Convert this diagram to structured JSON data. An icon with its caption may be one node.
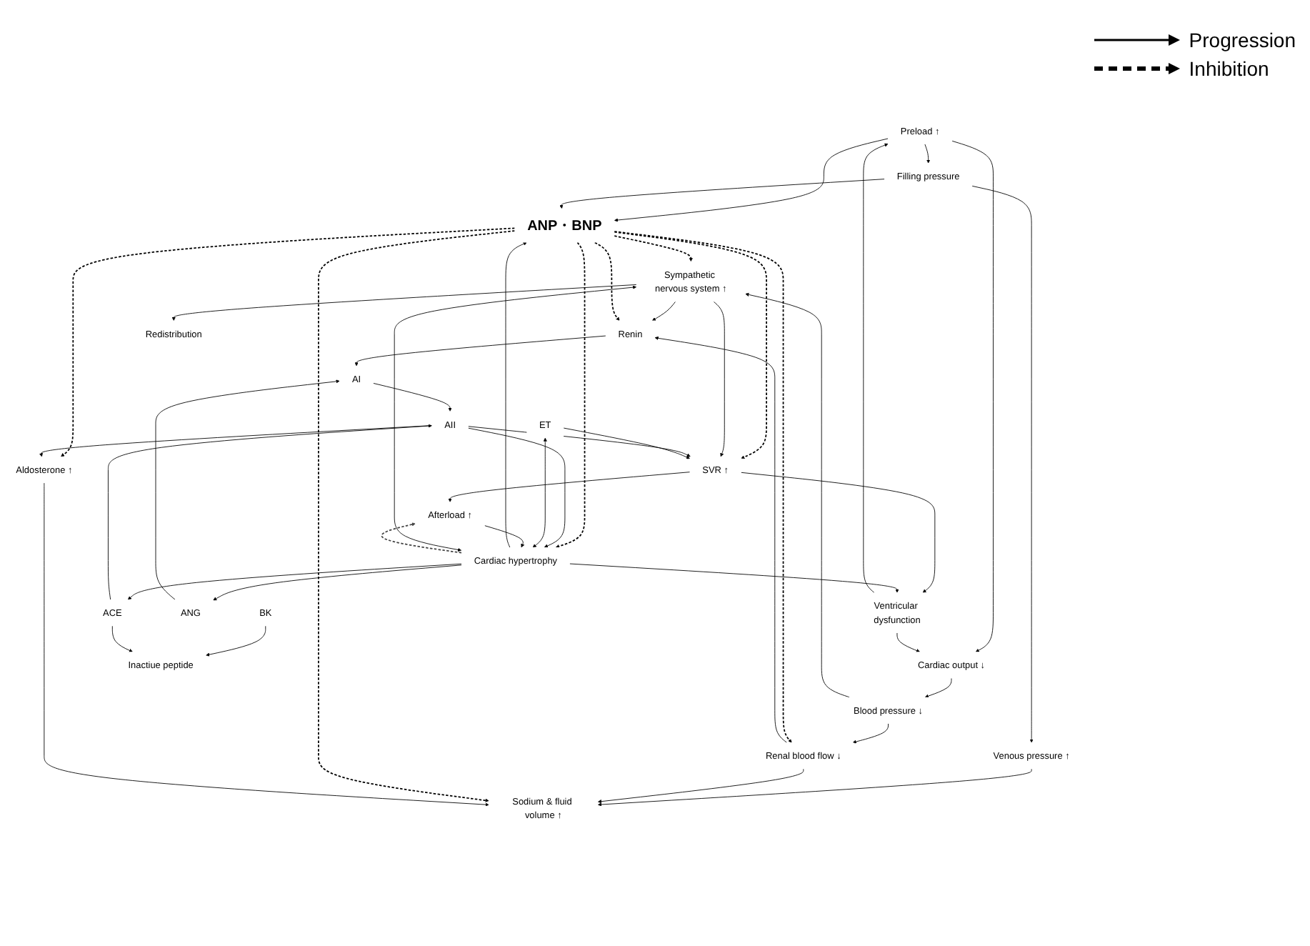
{
  "diagram": {
    "nodes": [
      {
        "text": [
          "Preload ↑"
        ]
      },
      {
        "text": [
          "Filling pressure"
        ]
      },
      {
        "text": [
          "Venous pressure ↑"
        ]
      },
      {
        "text": [
          "Ventricular dysfunction"
        ]
      },
      {
        "text": [
          "ANP・BNP"
        ]
      },
      {
        "text": [
          "Cardiac output ↓"
        ]
      },
      {
        "text": [
          "Renal blood flow ↓"
        ]
      },
      {
        "text": [
          "Sodium & fluid volume ↑"
        ]
      },
      {
        "text": [
          "Blood pressure ↓"
        ]
      },
      {
        "text": [
          "Renin"
        ]
      },
      {
        "text": [
          "Sympathetic nervous system ↑"
        ]
      },
      {
        "text": [
          "BK"
        ]
      },
      {
        "text": [
          "Inactiue peptide"
        ]
      },
      {
        "text": [
          "ANG"
        ]
      },
      {
        "text": [
          "AI"
        ]
      },
      {
        "text": [
          "ACE"
        ]
      },
      {
        "text": [
          "Redistribution"
        ]
      },
      {
        "text": [
          "SVR ↑"
        ]
      },
      {
        "text": [
          "AII"
        ]
      },
      {
        "text": [
          "Aldosterone ↑"
        ]
      },
      {
        "text": [
          "ET"
        ]
      },
      {
        "text": [
          "Afterload ↑"
        ]
      },
      {
        "text": [
          "Cardiac hypertrophy"
        ]
      }
    ],
    "edges": [
      {
        "from": 0,
        "to": 1,
        "arrow": "to"
      },
      {
        "from": 0,
        "to": 4,
        "arrow": "to"
      },
      {
        "from": 1,
        "to": 2,
        "arrow": "to"
      },
      {
        "from": 1,
        "to": 4,
        "arrow": "to"
      },
      {
        "from": 2,
        "to": 7,
        "arrow": "to"
      },
      {
        "from": 3,
        "to": 0,
        "arrow": "to"
      },
      {
        "from": 0,
        "to": 5,
        "arrow": "to"
      },
      {
        "from": 3,
        "to": 5,
        "arrow": "to"
      },
      {
        "from": 5,
        "to": 8,
        "arrow": "to"
      },
      {
        "from": 8,
        "to": 6,
        "arrow": "to"
      },
      {
        "from": 8,
        "to": 10,
        "arrow": "to"
      },
      {
        "from": 10,
        "to": 9,
        "arrow": "to"
      },
      {
        "from": 6,
        "to": 9,
        "arrow": "to"
      },
      {
        "from": 6,
        "to": 7,
        "arrow": "to"
      },
      {
        "from": 4,
        "to": 10,
        "arrow": "to",
        "style": "dashed"
      },
      {
        "from": 4,
        "to": 17,
        "arrow": "to",
        "style": "dashed"
      },
      {
        "from": 4,
        "to": 22,
        "arrow": "to",
        "style": "dashed"
      },
      {
        "from": 4,
        "to": 6,
        "arrow": "to",
        "style": "dashed"
      },
      {
        "from": 4,
        "to": 9,
        "arrow": "to",
        "style": "dashed"
      },
      {
        "from": 4,
        "to": 19,
        "arrow": "to",
        "style": "dashed"
      },
      {
        "from": 4,
        "to": 7,
        "arrow": "to",
        "style": "dashed"
      },
      {
        "from": 10,
        "to": 16,
        "arrow": "to"
      },
      {
        "from": 10,
        "to": 17,
        "arrow": "to"
      },
      {
        "from": 17,
        "to": 21,
        "arrow": "to"
      },
      {
        "from": 17,
        "to": 3,
        "arrow": "to"
      },
      {
        "from": 22,
        "to": 3,
        "arrow": "to"
      },
      {
        "from": 22,
        "to": 4,
        "arrow": "to"
      },
      {
        "from": 9,
        "to": 14,
        "arrow": "to"
      },
      {
        "from": 13,
        "to": 14,
        "arrow": "to"
      },
      {
        "from": 14,
        "to": 18,
        "arrow": "to"
      },
      {
        "from": 15,
        "to": 18,
        "arrow": "to"
      },
      {
        "from": 11,
        "to": 12,
        "arrow": "to"
      },
      {
        "from": 15,
        "to": 12,
        "arrow": "to"
      },
      {
        "from": 18,
        "to": 17,
        "arrow": "to"
      },
      {
        "from": 18,
        "to": 19,
        "arrow": "to"
      },
      {
        "from": 18,
        "to": 22,
        "arrow": "to"
      },
      {
        "from": 20,
        "to": 17,
        "arrow": "to"
      },
      {
        "from": 20,
        "to": 22,
        "arrow": "both"
      },
      {
        "from": 22,
        "to": 13,
        "arrow": "to"
      },
      {
        "from": 22,
        "to": 15,
        "arrow": "to"
      },
      {
        "from": 22,
        "to": 10,
        "arrow": "both"
      },
      {
        "from": 21,
        "to": 22,
        "arrow": "to"
      },
      {
        "from": 22,
        "to": 21,
        "arrow": "to",
        "style": "dashed",
        "color": "#444444"
      },
      {
        "from": 19,
        "to": 7,
        "arrow": "to"
      }
    ],
    "legend": [
      {
        "text": "Progression"
      },
      {
        "text": "Inhibition"
      }
    ]
  }
}
